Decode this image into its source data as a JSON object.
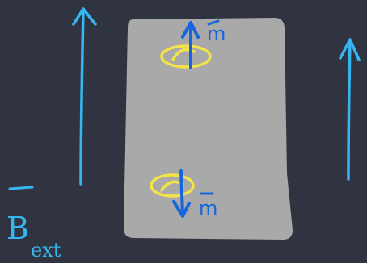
{
  "diagram": {
    "colors": {
      "background": "#2f3440",
      "slab": "#a9a9a9",
      "field_arrow": "#35b6f0",
      "moment_arrow": "#1565e0",
      "loop": "#f3e34a"
    },
    "labels": {
      "field_main": "B",
      "field_sub": "ext",
      "moment_top": "m",
      "moment_bottom": "m"
    },
    "moments": [
      {
        "direction": "up"
      },
      {
        "direction": "down"
      }
    ]
  }
}
